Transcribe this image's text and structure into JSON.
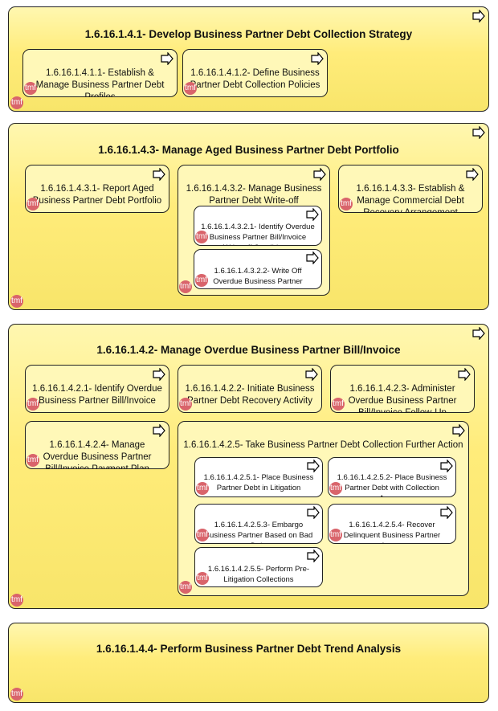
{
  "groups": {
    "g1": {
      "title": "1.6.16.1.4.1- Develop Business Partner Debt Collection Strategy",
      "children": [
        "1.6.16.1.4.1.1- Establish & Manage Business Partner Debt Profiles",
        "1.6.16.1.4.1.2- Define Business Partner Debt Collection Policies"
      ]
    },
    "g3": {
      "title": "1.6.16.1.4.3- Manage Aged Business Partner Debt Portfolio",
      "children": [
        "1.6.16.1.4.3.1- Report Aged Business Partner Debt Portfolio",
        "1.6.16.1.4.3.2- Manage Business Partner Debt Write-off",
        "1.6.16.1.4.3.3- Establish & Manage Commercial Debt Recovery Arrangement"
      ],
      "sub": [
        "1.6.16.1.4.3.2.1- Identify Overdue Business Partner Bill/Invoice Write-off Candidates",
        "1.6.16.1.4.3.2.2- Write Off Overdue Business Partner Bill/Invoice"
      ]
    },
    "g2": {
      "title": "1.6.16.1.4.2- Manage Overdue Business Partner Bill/Invoice",
      "children": [
        "1.6.16.1.4.2.1- Identify Overdue Business Partner Bill/Invoice",
        "1.6.16.1.4.2.2- Initiate Business Partner Debt Recovery Activity",
        "1.6.16.1.4.2.3- Administer Overdue Business Partner Bill/Invoice Follow-Up",
        "1.6.16.1.4.2.4- Manage Overdue Business Partner Bill/Invoice Payment Plan",
        "1.6.16.1.4.2.5- Take Business Partner Debt Collection Further Action"
      ],
      "sub": [
        "1.6.16.1.4.2.5.1- Place Business Partner Debt in Litigation",
        "1.6.16.1.4.2.5.2- Place Business Partner Debt with Collection Agency",
        "1.6.16.1.4.2.5.3- Embargo Business Partner Based on Bad Debt",
        "1.6.16.1.4.2.5.4- Recover Delinquent Business Partner Assets",
        "1.6.16.1.4.2.5.5- Perform Pre-Litigation Collections"
      ]
    },
    "g4": {
      "title": "1.6.16.1.4.4- Perform Business Partner Debt Trend Analysis"
    }
  },
  "logo_text": "tmf",
  "colors": {
    "outer_fill": "#ffec7a",
    "inner_fill": "#fff8b8",
    "logo": "#d9646b",
    "border": "#222222"
  },
  "icons": {
    "process": "process-arrow-icon",
    "logo": "tmf-logo-icon"
  }
}
